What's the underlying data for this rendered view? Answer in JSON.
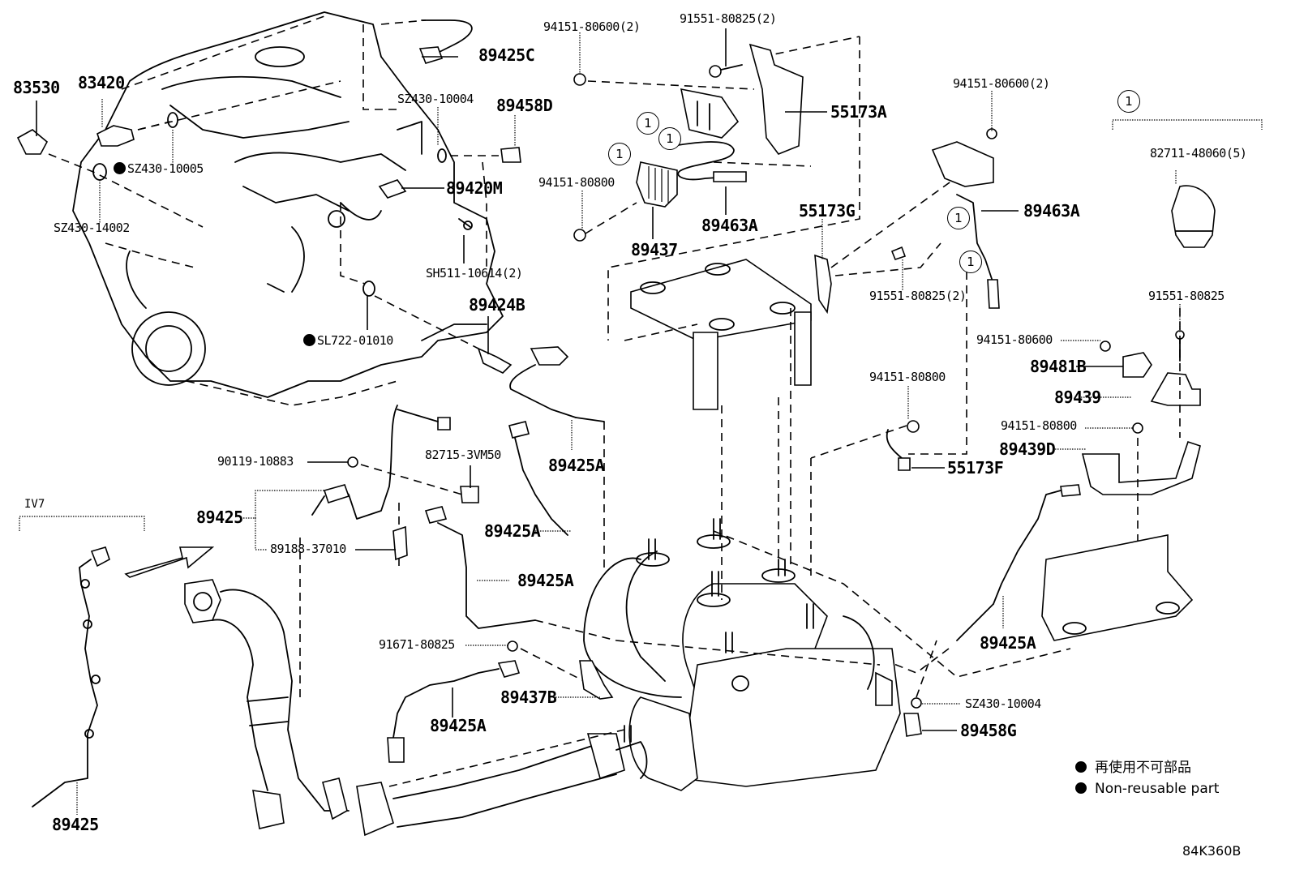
{
  "diagram": {
    "title": "Exhaust / Engine Sensor Parts Illustration",
    "illustration_code": "84K360B",
    "variant_label": "IV7",
    "callout_symbol": "1",
    "callout_group_part": "82711-48060(5)",
    "legend": {
      "items": [
        {
          "symbol": "filled-circle",
          "text": "再使用不可部品"
        },
        {
          "symbol": "filled-circle",
          "text": "Non-reusable part"
        }
      ]
    },
    "parts": {
      "p83530": "83530",
      "p83420": "83420",
      "p89425C": "89425C",
      "sz430_10004_top": "SZ430-10004",
      "p89458D": "89458D",
      "sz430_10005": "SZ430-10005",
      "sz430_14002": "SZ430-14002",
      "p89420M": "89420M",
      "sh511_10614": "SH511-10614(2)",
      "p89424B": "89424B",
      "sl722_01010": "SL722-01010",
      "n94151_80600_2a": "94151-80600(2)",
      "b91551_80825_2a": "91551-80825(2)",
      "p55173A": "55173A",
      "n94151_80800_a": "94151-80800",
      "p89463A_a": "89463A",
      "p89437": "89437",
      "p55173G": "55173G",
      "n94151_80600_2b": "94151-80600(2)",
      "p89463A_b": "89463A",
      "b91551_80825_2b": "91551-80825(2)",
      "b91551_80825": "91551-80825",
      "n94151_80600": "94151-80600",
      "p89481B": "89481B",
      "p89439": "89439",
      "n94151_80800_b": "94151-80800",
      "n94151_80800_c": "94151-80800",
      "p89439D": "89439D",
      "p55173F": "55173F",
      "b90119_10883": "90119-10883",
      "c82715_3VM50": "82715-3VM50",
      "p89425_a": "89425",
      "p89188_37010": "89188-37010",
      "p89425A_1": "89425A",
      "p89425A_2": "89425A",
      "p89425A_3": "89425A",
      "b91671_80825": "91671-80825",
      "p89437B": "89437B",
      "p89425A_4": "89425A",
      "p89425A_5": "89425A",
      "sz430_10004_bot": "SZ430-10004",
      "p89458G": "89458G",
      "p89425_b": "89425"
    },
    "non_reusable_parts": [
      "SZ430-10005",
      "SL722-01010"
    ]
  }
}
